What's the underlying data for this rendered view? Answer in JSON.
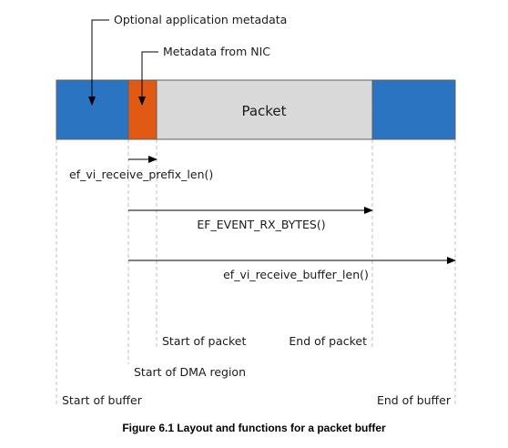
{
  "colors": {
    "app_metadata": "#2a74c2",
    "nic_metadata": "#e05a14",
    "packet": "#d9d9d9",
    "block_border": "#5f5f5f",
    "guide": "#bfbfbf",
    "arrow": "#000000"
  },
  "callouts": {
    "optional_app_metadata": "Optional application metadata",
    "metadata_from_nic": "Metadata from NIC"
  },
  "buffer": {
    "packet_label": "Packet"
  },
  "measures": {
    "prefix_len": "ef_vi_receive_prefix_len()",
    "rx_bytes": "EF_EVENT_RX_BYTES()",
    "buffer_len": "ef_vi_receive_buffer_len()"
  },
  "positions": {
    "start_of_packet": "Start of packet",
    "end_of_packet": "End of packet",
    "start_of_dma": "Start of DMA region",
    "start_of_buffer": "Start of buffer",
    "end_of_buffer": "End of buffer"
  },
  "caption": "Figure 6.1 Layout and functions for a packet buffer"
}
